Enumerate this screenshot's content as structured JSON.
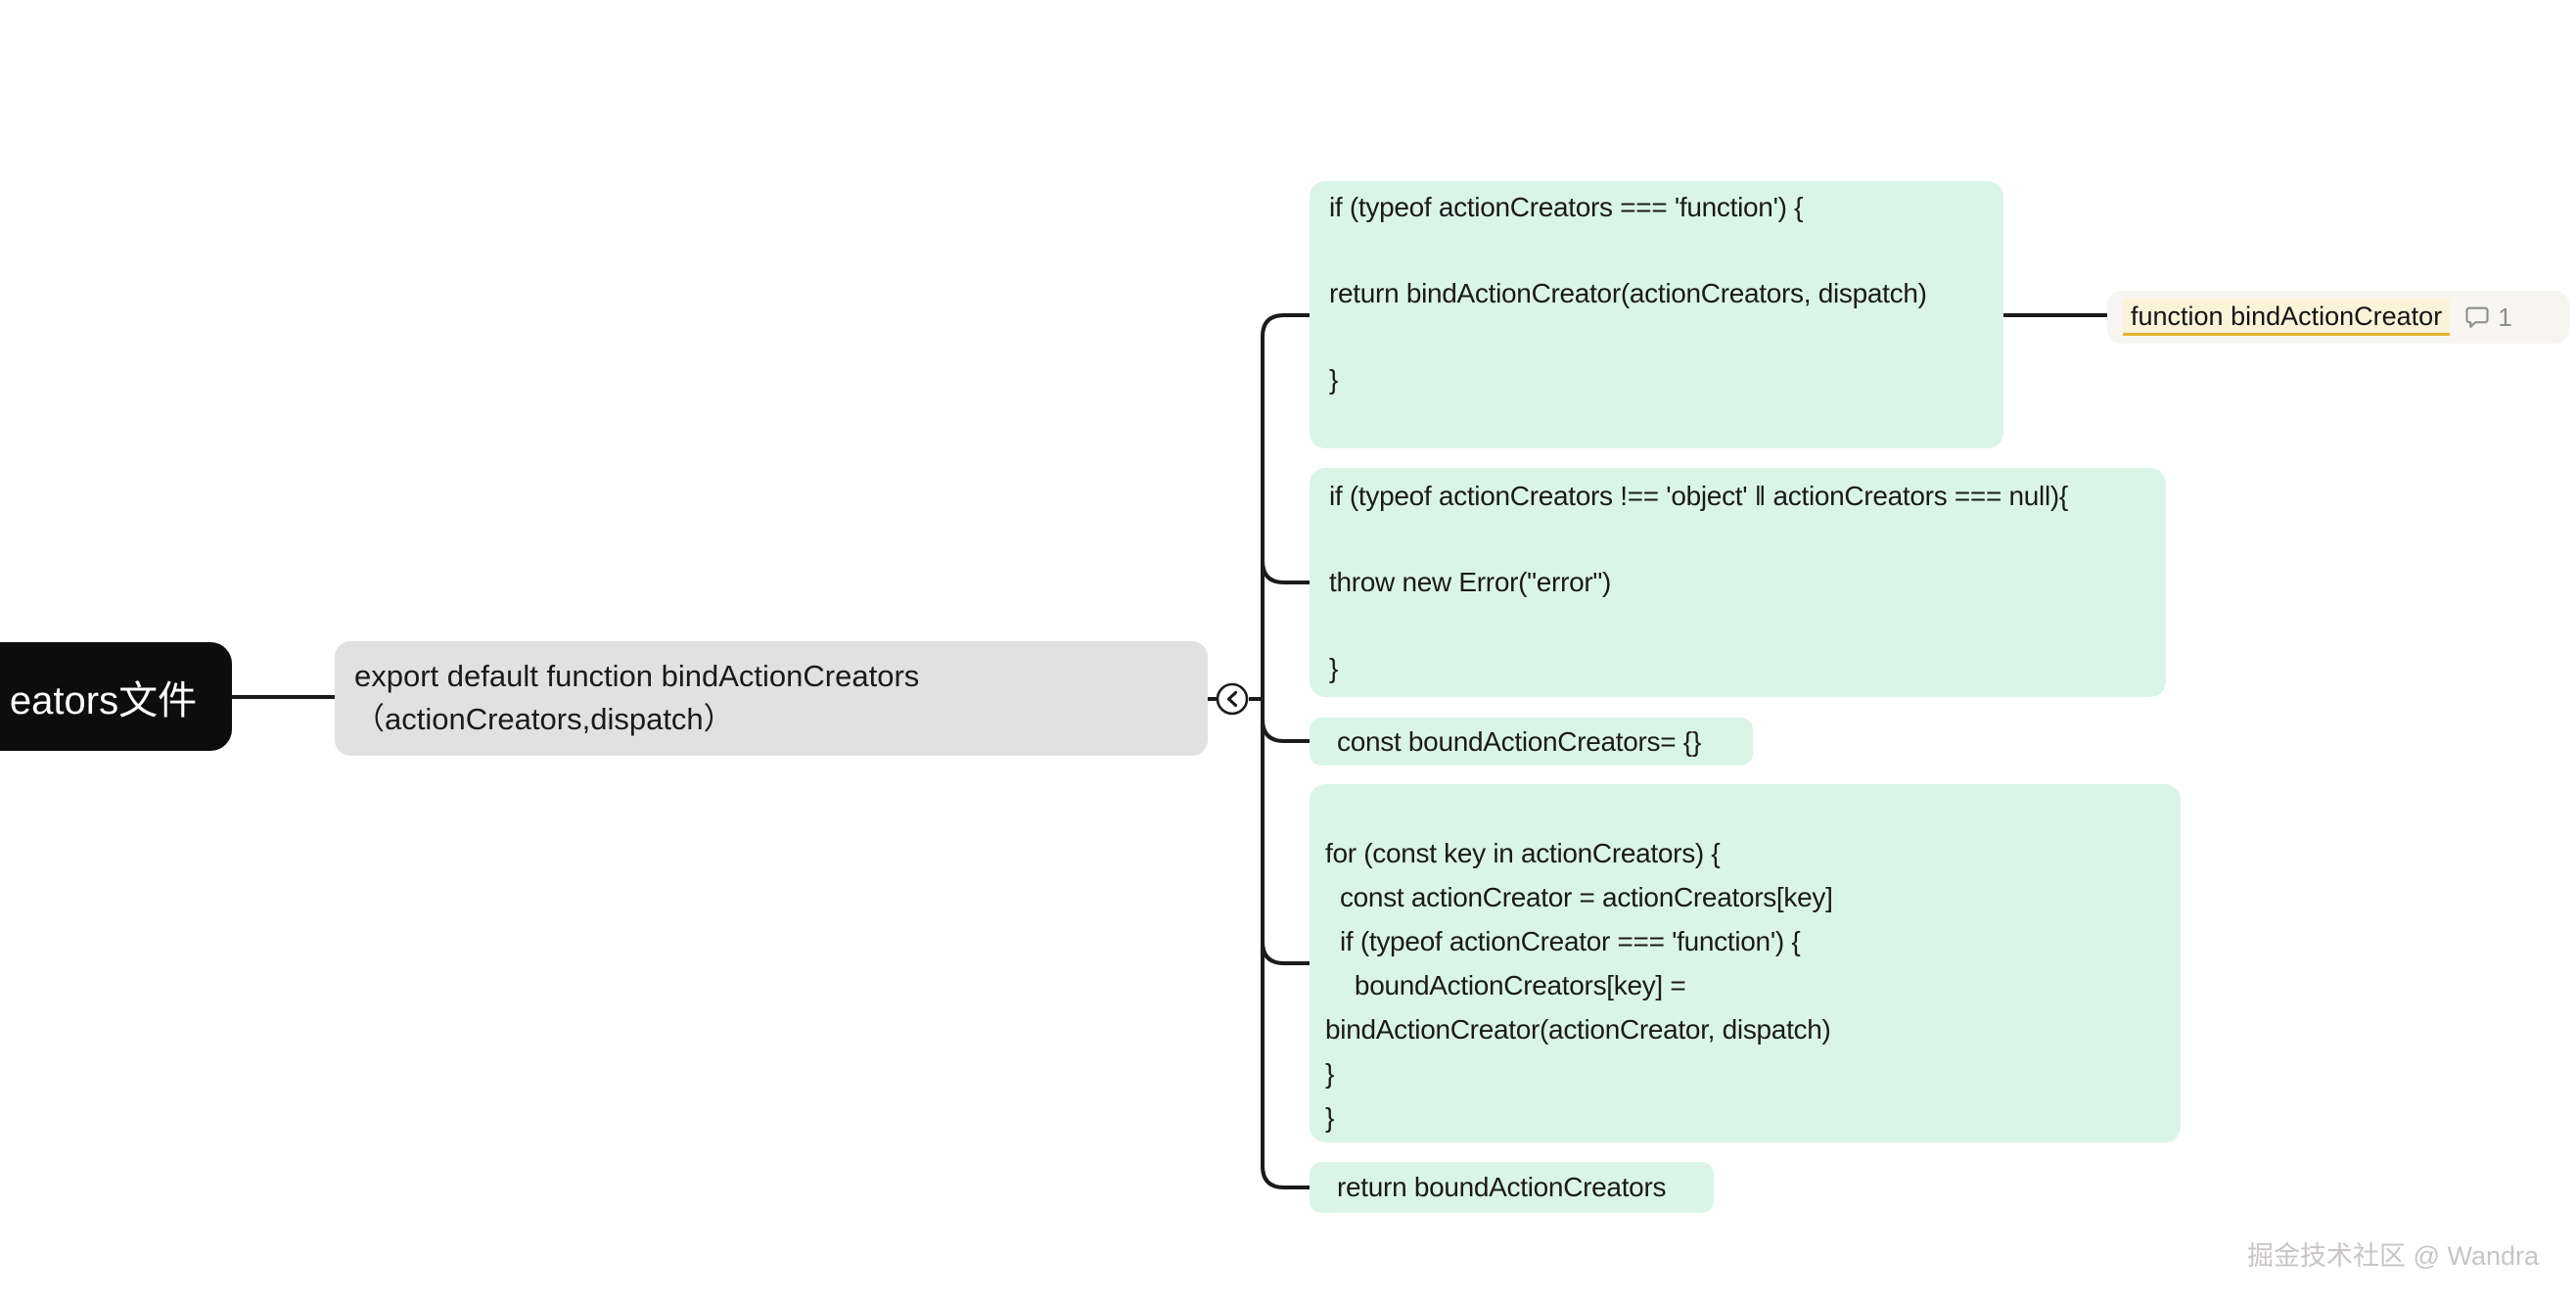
{
  "colors": {
    "node_green": "#daf5e8",
    "node_gray": "#e1e1e1",
    "node_black": "#0d0d0d",
    "ref_bg": "#f7f5f2",
    "highlight_bg": "#faf3da",
    "underline_gold": "#e7b42f",
    "connector": "#1b1b1b",
    "muted_gray": "#8d8d8d",
    "watermark_gray": "#c9c5c4"
  },
  "mindmap": {
    "root": {
      "label": "eators文件"
    },
    "main": {
      "line1": "export default function bindActionCreators",
      "line2": "（actionCreators,dispatch）"
    },
    "children": [
      {
        "lines": [
          "if (typeof actionCreators === 'function') {",
          "",
          "return bindActionCreator(actionCreators, dispatch)",
          "",
          "}"
        ]
      },
      {
        "lines": [
          "if (typeof actionCreators !== 'object' ‖ actionCreators === null){",
          "",
          "throw new Error(\"error\")",
          "",
          "}"
        ]
      },
      {
        "lines": [
          "const boundActionCreators= {}"
        ]
      },
      {
        "lines": [
          "",
          "for (const key in actionCreators) {",
          "  const actionCreator = actionCreators[key]",
          "  if (typeof actionCreator === 'function') {",
          "    boundActionCreators[key] =",
          "bindActionCreator(actionCreator, dispatch)",
          "}",
          "}"
        ]
      },
      {
        "lines": [
          "return boundActionCreators"
        ]
      }
    ],
    "reference": {
      "label": "function bindActionCreator",
      "comment_count": "1"
    }
  },
  "watermark": {
    "text": "掘金技术社区 @ Wandra"
  }
}
